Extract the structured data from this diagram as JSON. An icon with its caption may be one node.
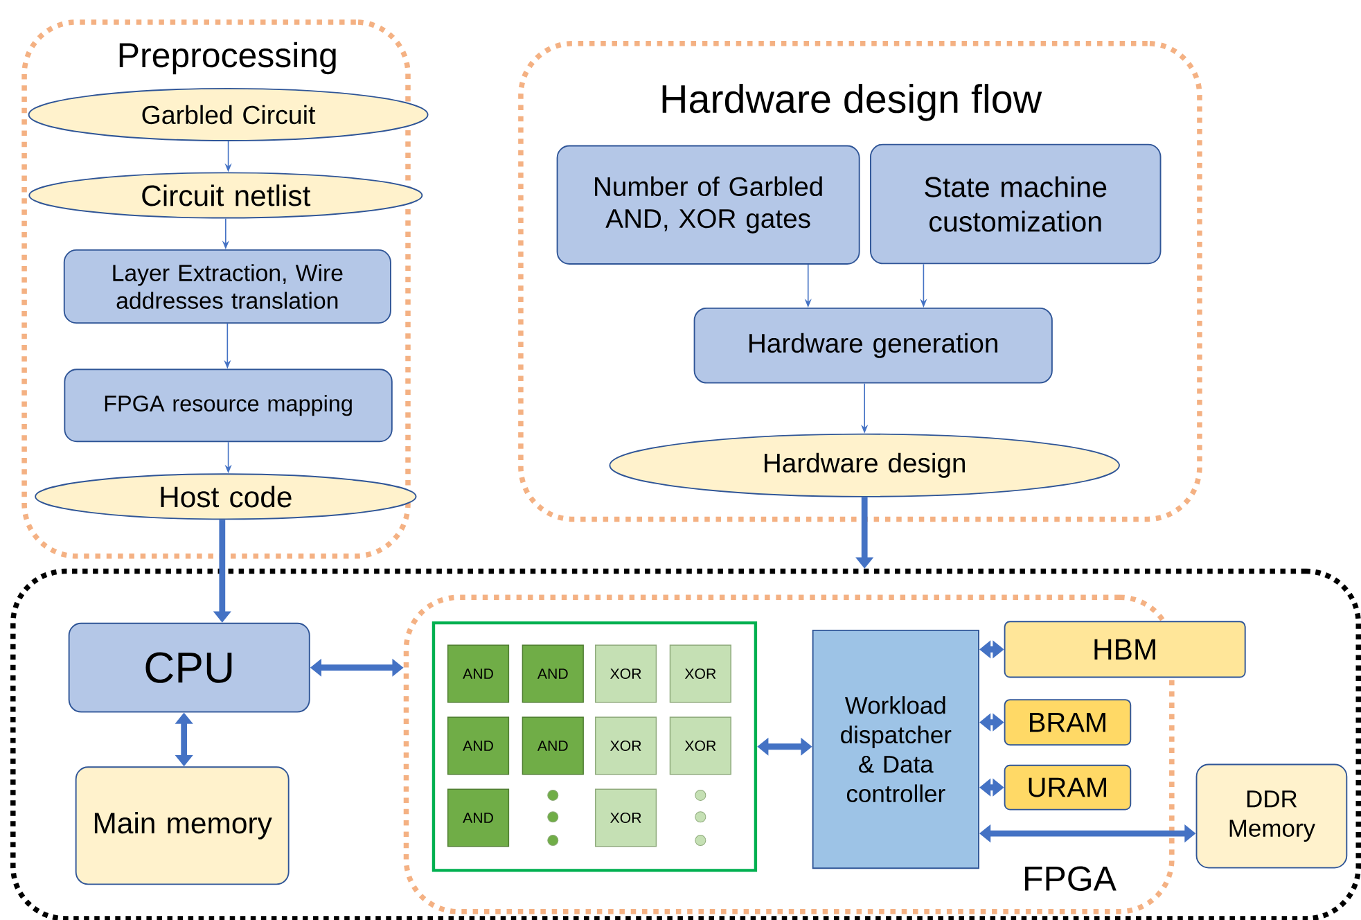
{
  "diagram": {
    "nodes": [
      {
        "text": [
          "Preprocessing"
        ]
      },
      {
        "text": [
          "Garbled Circuit"
        ],
        "in": 0
      },
      {
        "text": [
          "Circuit netlist"
        ],
        "in": 0
      },
      {
        "text": [
          "Layer Extraction, Wire addresses translation"
        ],
        "in": 0
      },
      {
        "text": [
          "FPGA resource mapping"
        ],
        "in": 0
      },
      {
        "text": [
          "Host code"
        ],
        "in": 0
      },
      {
        "text": [
          "Hardware design flow"
        ]
      },
      {
        "text": [
          "Number of Garbled AND, XOR gates"
        ],
        "in": 6
      },
      {
        "text": [
          "State machine customization"
        ],
        "in": 6
      },
      {
        "text": [
          "Hardware generation"
        ],
        "in": 6
      },
      {
        "text": [
          "Hardware design"
        ],
        "in": 6
      },
      {
        "text": [],
        "shape": "box"
      },
      {
        "text": [
          "CPU"
        ],
        "in": 11
      },
      {
        "text": [
          "Main memory"
        ],
        "in": 11
      },
      {
        "text": [
          "FPGA"
        ],
        "in": 11
      },
      {
        "text": [],
        "shape": "box",
        "in": 14
      },
      {
        "text": [
          "AND"
        ],
        "in": 15
      },
      {
        "text": [
          "AND"
        ],
        "in": 15
      },
      {
        "text": [
          "XOR"
        ],
        "in": 15
      },
      {
        "text": [
          "XOR"
        ],
        "in": 15
      },
      {
        "text": [
          "AND"
        ],
        "in": 15
      },
      {
        "text": [
          "AND"
        ],
        "in": 15
      },
      {
        "text": [
          "XOR"
        ],
        "in": 15
      },
      {
        "text": [
          "XOR"
        ],
        "in": 15
      },
      {
        "text": [
          "AND"
        ],
        "in": 15
      },
      {
        "text": [
          "XOR"
        ],
        "in": 15
      },
      {
        "text": [
          "Workload dispatcher & Data controller"
        ],
        "in": 14
      },
      {
        "text": [
          "HBM"
        ],
        "in": 11
      },
      {
        "text": [
          "BRAM"
        ],
        "in": 14
      },
      {
        "text": [
          "URAM"
        ],
        "in": 14
      },
      {
        "text": [
          "DDR Memory"
        ],
        "in": 11
      }
    ],
    "edges": [
      {
        "from": 1,
        "to": 2,
        "arrow": "to"
      },
      {
        "from": 2,
        "to": 3,
        "arrow": "to"
      },
      {
        "from": 3,
        "to": 4,
        "arrow": "to"
      },
      {
        "from": 4,
        "to": 5,
        "arrow": "to"
      },
      {
        "from": 7,
        "to": 9,
        "arrow": "to"
      },
      {
        "from": 8,
        "to": 9,
        "arrow": "to"
      },
      {
        "from": 9,
        "to": 10,
        "arrow": "to"
      },
      {
        "from": 10,
        "to": 11,
        "arrow": "to"
      },
      {
        "from": 5,
        "to": 12,
        "arrow": "to"
      },
      {
        "from": 12,
        "to": 14,
        "arrow": "both"
      },
      {
        "from": 12,
        "to": 13,
        "arrow": "both"
      },
      {
        "from": 15,
        "to": 26,
        "arrow": "both"
      },
      {
        "from": 26,
        "to": 27,
        "arrow": "both"
      },
      {
        "from": 26,
        "to": 28,
        "arrow": "both"
      },
      {
        "from": 26,
        "to": 29,
        "arrow": "both"
      },
      {
        "from": 26,
        "to": 30,
        "arrow": "both"
      }
    ]
  }
}
